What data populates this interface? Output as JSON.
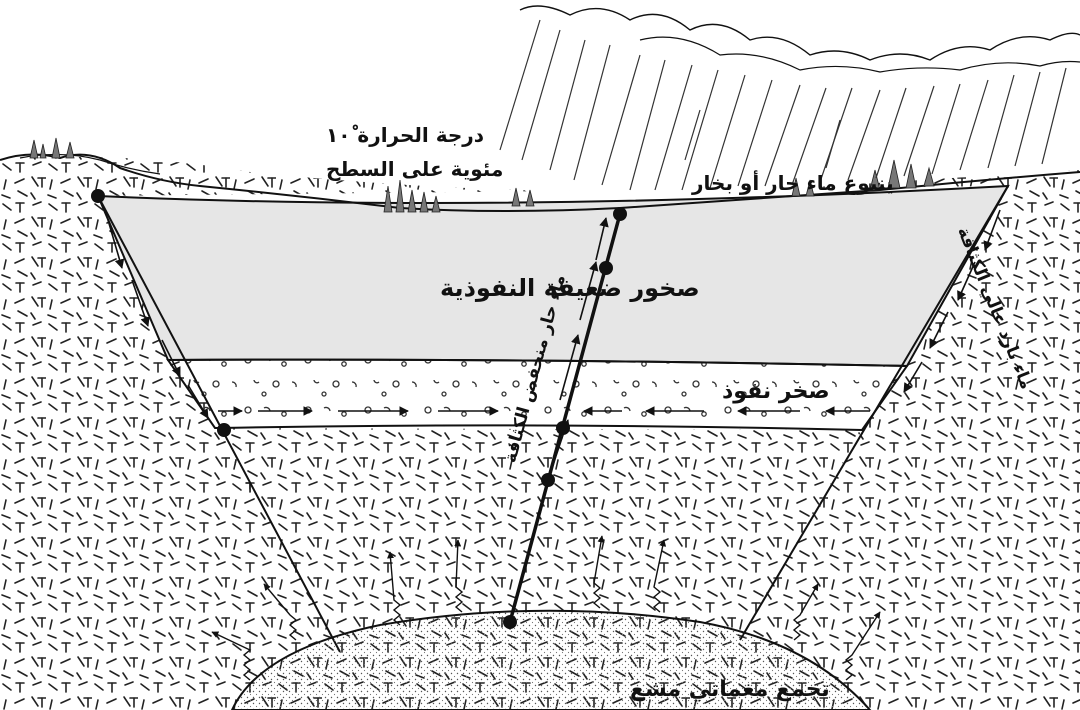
{
  "colors": {
    "outline": "#111111",
    "low_permeability_fill": "#e6e6e6",
    "background": "#ffffff",
    "magma_dots": "#555555"
  },
  "labels": {
    "surface_temperature": "درجة الحرارة ١٠ْ",
    "surface_temperature_2": "مئوية على السطح",
    "hot_spring": "ينبوع ماء حار أو بخار",
    "low_permeability_rock": "صخور ضعيفة النفوذية",
    "permeable_rock": "صخر نفوذ",
    "hot_water_low_density": "ماء حار منخفض الكثافة",
    "cold_water_high_density": "ماء بارد عالي الكثافة",
    "magma_body": "تجمع مغماتي مشع"
  },
  "icons": {
    "trees": "tree-icon",
    "rain": "rain-icon",
    "cloud": "cloud-icon",
    "heat_flow": "heat-flow-arrow-icon"
  }
}
